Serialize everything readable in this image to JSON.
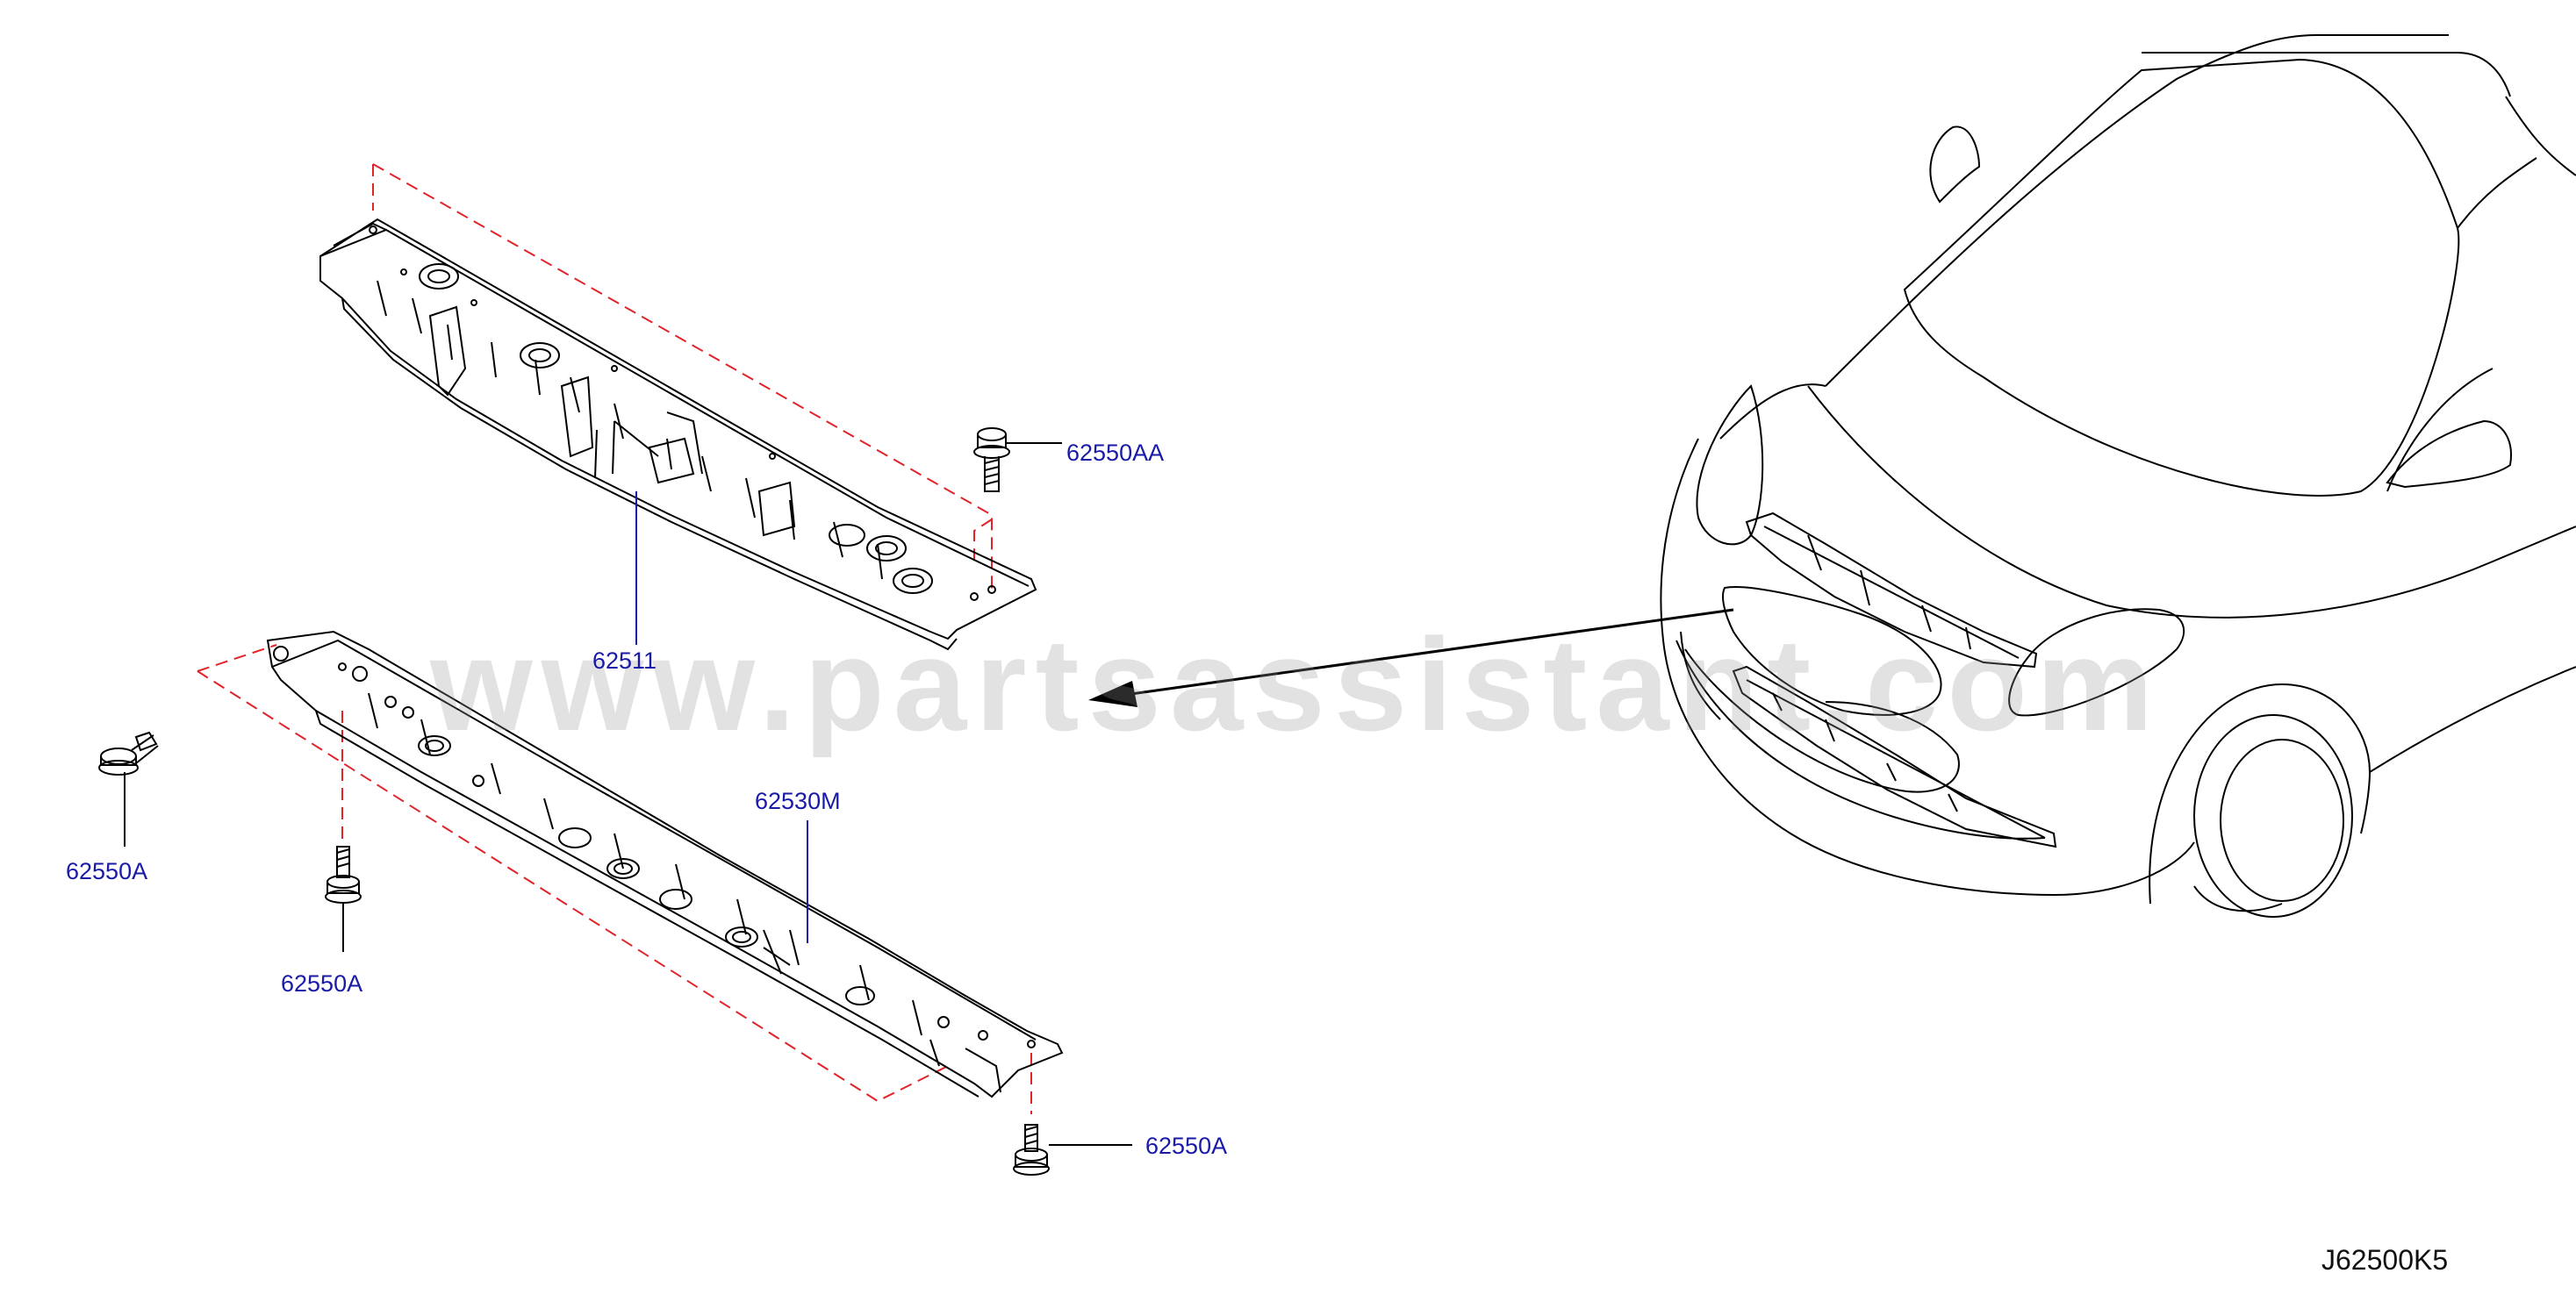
{
  "labels": {
    "upper_support": "62511",
    "upper_clip_bolt": "62550AA",
    "lower_support": "62530M",
    "left_bolt": "62550A",
    "lower_bolt_1": "62550A",
    "lower_bolt_2": "62550A"
  },
  "diagram_code": "J62500K5",
  "watermark": "www.partsassistant.com",
  "colors": {
    "line": "#000000",
    "dashed": "#e0242a",
    "label": "#1a1aa8",
    "watermark": "#969696"
  }
}
